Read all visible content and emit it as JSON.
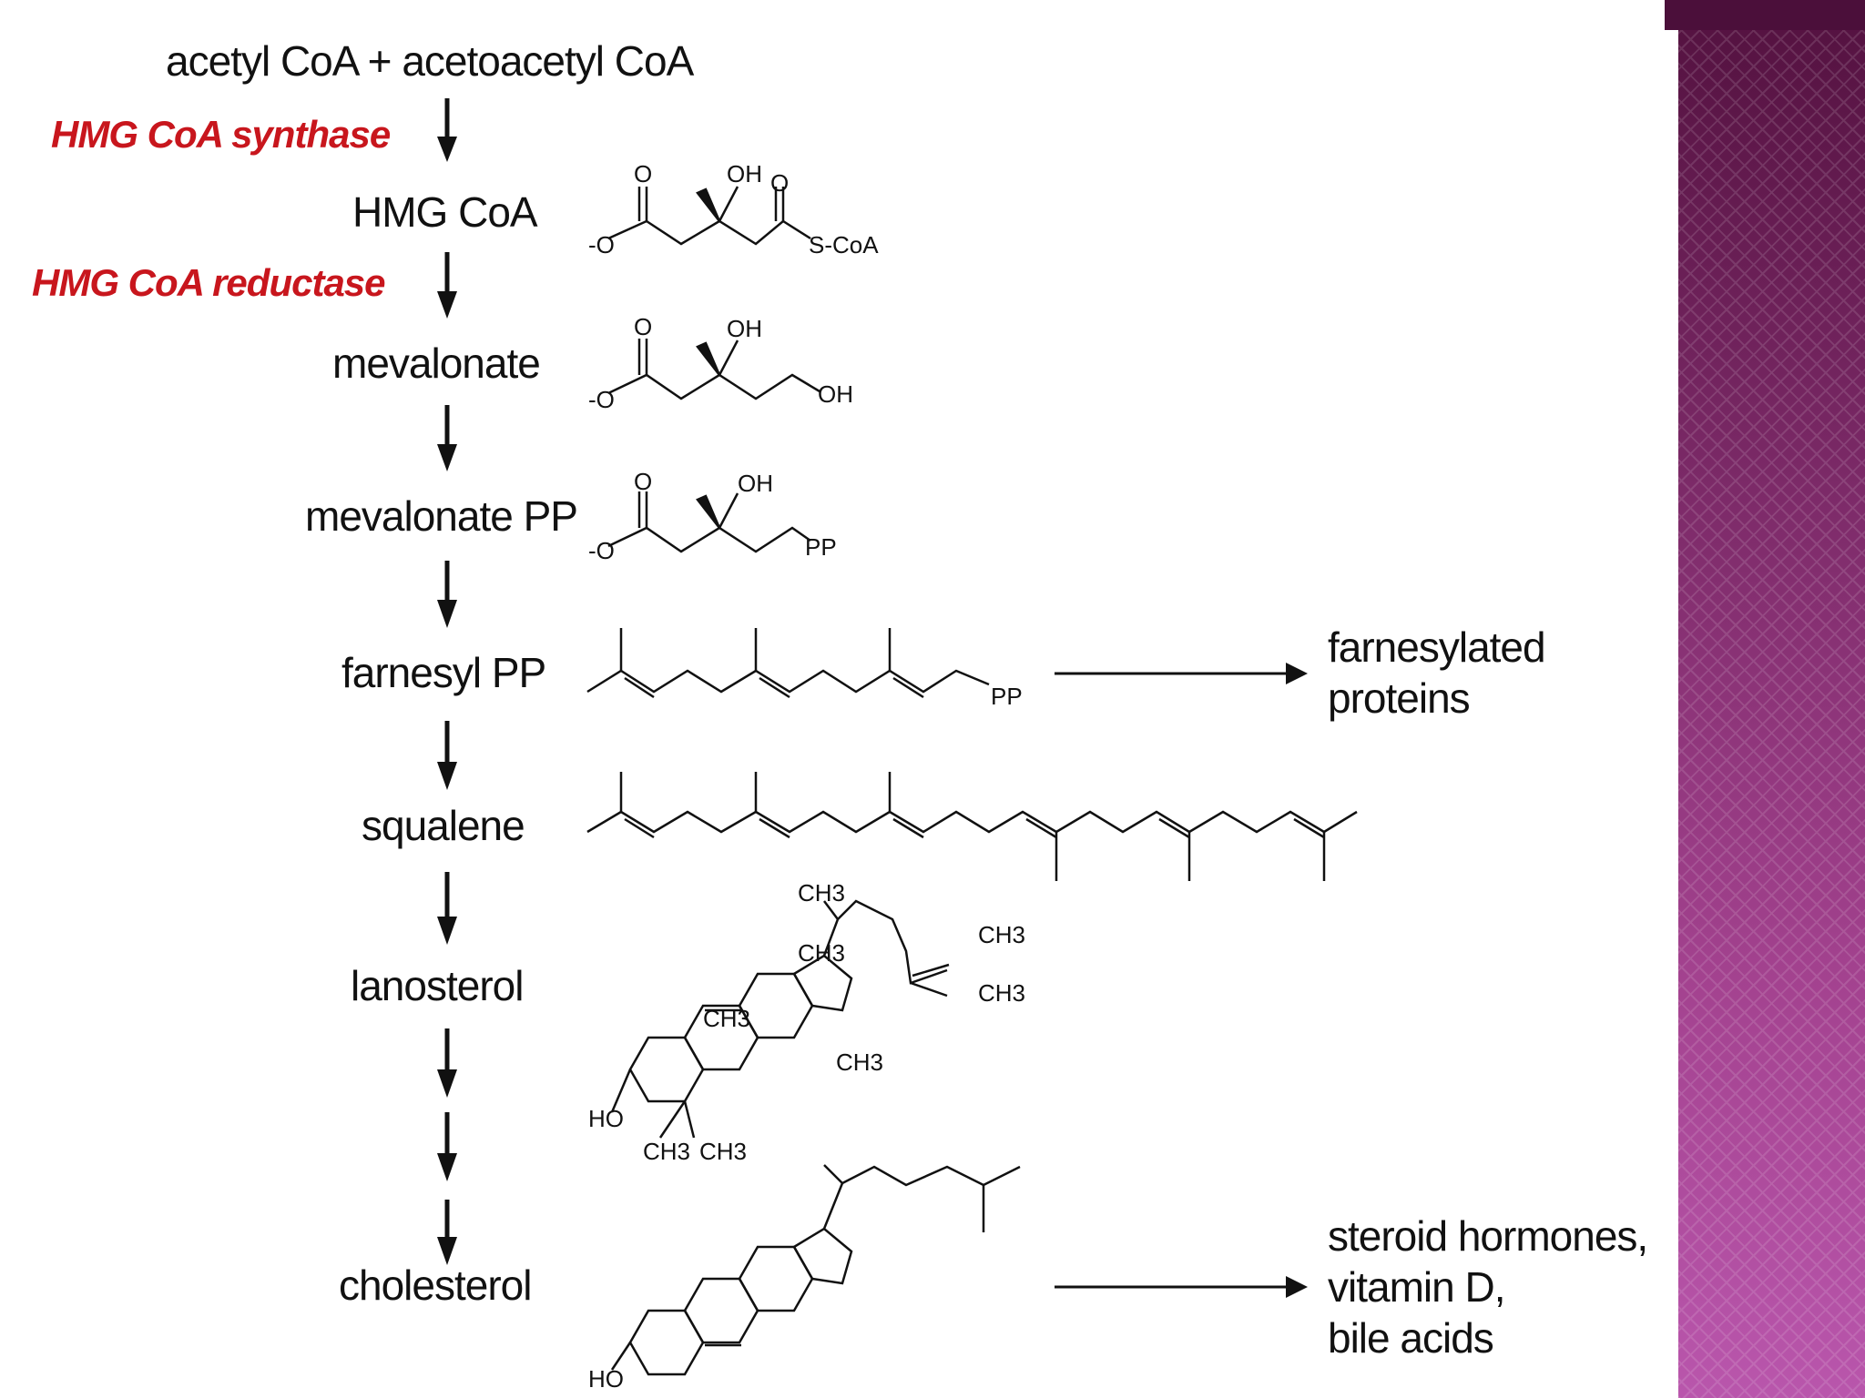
{
  "pathway": {
    "start": "acetyl CoA + acetoacetyl CoA",
    "enzymes": {
      "synthase": "HMG CoA synthase",
      "reductase": "HMG CoA reductase"
    },
    "metabolites": [
      "HMG CoA",
      "mevalonate",
      "mevalonate PP",
      "farnesyl PP",
      "squalene",
      "lanosterol",
      "cholesterol"
    ],
    "branch_products": {
      "farnesyl": [
        "farnesylated",
        "proteins"
      ],
      "cholesterol": [
        "steroid hormones,",
        "vitamin D,",
        "bile acids"
      ]
    }
  },
  "structure_labels": {
    "o": "O",
    "oh": "OH",
    "o_minus": "-O",
    "s_coa": "S-CoA",
    "pp": "PP",
    "ch3": "CH3",
    "ho": "HO"
  },
  "colors": {
    "enzyme": "#c8161d",
    "accent_top": "#53113f",
    "accent_bottom": "#b956ac"
  }
}
